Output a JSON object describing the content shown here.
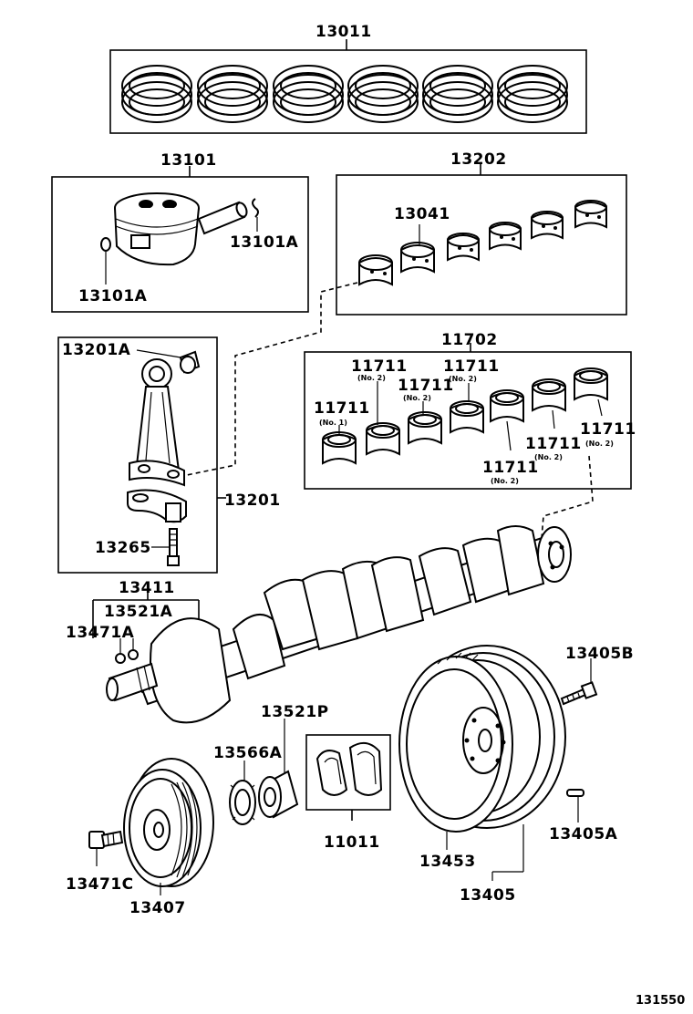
{
  "labels": {
    "rings": "13011",
    "piston": "13101",
    "piston_pin_clip_right": "13101A",
    "piston_pin_clip_left": "13101A",
    "rod_bearing_set": "13202",
    "rod_bearing": "13041",
    "rod_bushing": "13201A",
    "connecting_rod": "13201",
    "rod_bolt": "13265",
    "main_bearing_set": "11702",
    "main_bearing_1": "11711",
    "main_bearing_2": "11711",
    "main_bearing_3": "11711",
    "main_bearing_4": "11711",
    "main_bearing_5": "11711",
    "main_bearing_6": "11711",
    "main_bearing_7": "11711",
    "crankshaft": "13411",
    "crank_key_set": "13521A",
    "crank_pin": "13471A",
    "crank_bolt_right": "13405B",
    "timing_gear": "13521P",
    "gear_spacer": "13566A",
    "thrust_washer": "11011",
    "pulley_bolt": "13471C",
    "crank_pulley": "13407",
    "ring_gear": "13453",
    "flywheel": "13405",
    "flywheel_pin": "13405A",
    "figure_id": "131550"
  },
  "sublabels": {
    "main_bearing_1": "(No. 1)",
    "main_bearing_2": "(No. 2)",
    "main_bearing_3": "(No. 2)",
    "main_bearing_4": "(No. 2)",
    "main_bearing_5": "(No. 2)",
    "main_bearing_6": "(No. 2)",
    "main_bearing_7": "(No. 2)"
  }
}
